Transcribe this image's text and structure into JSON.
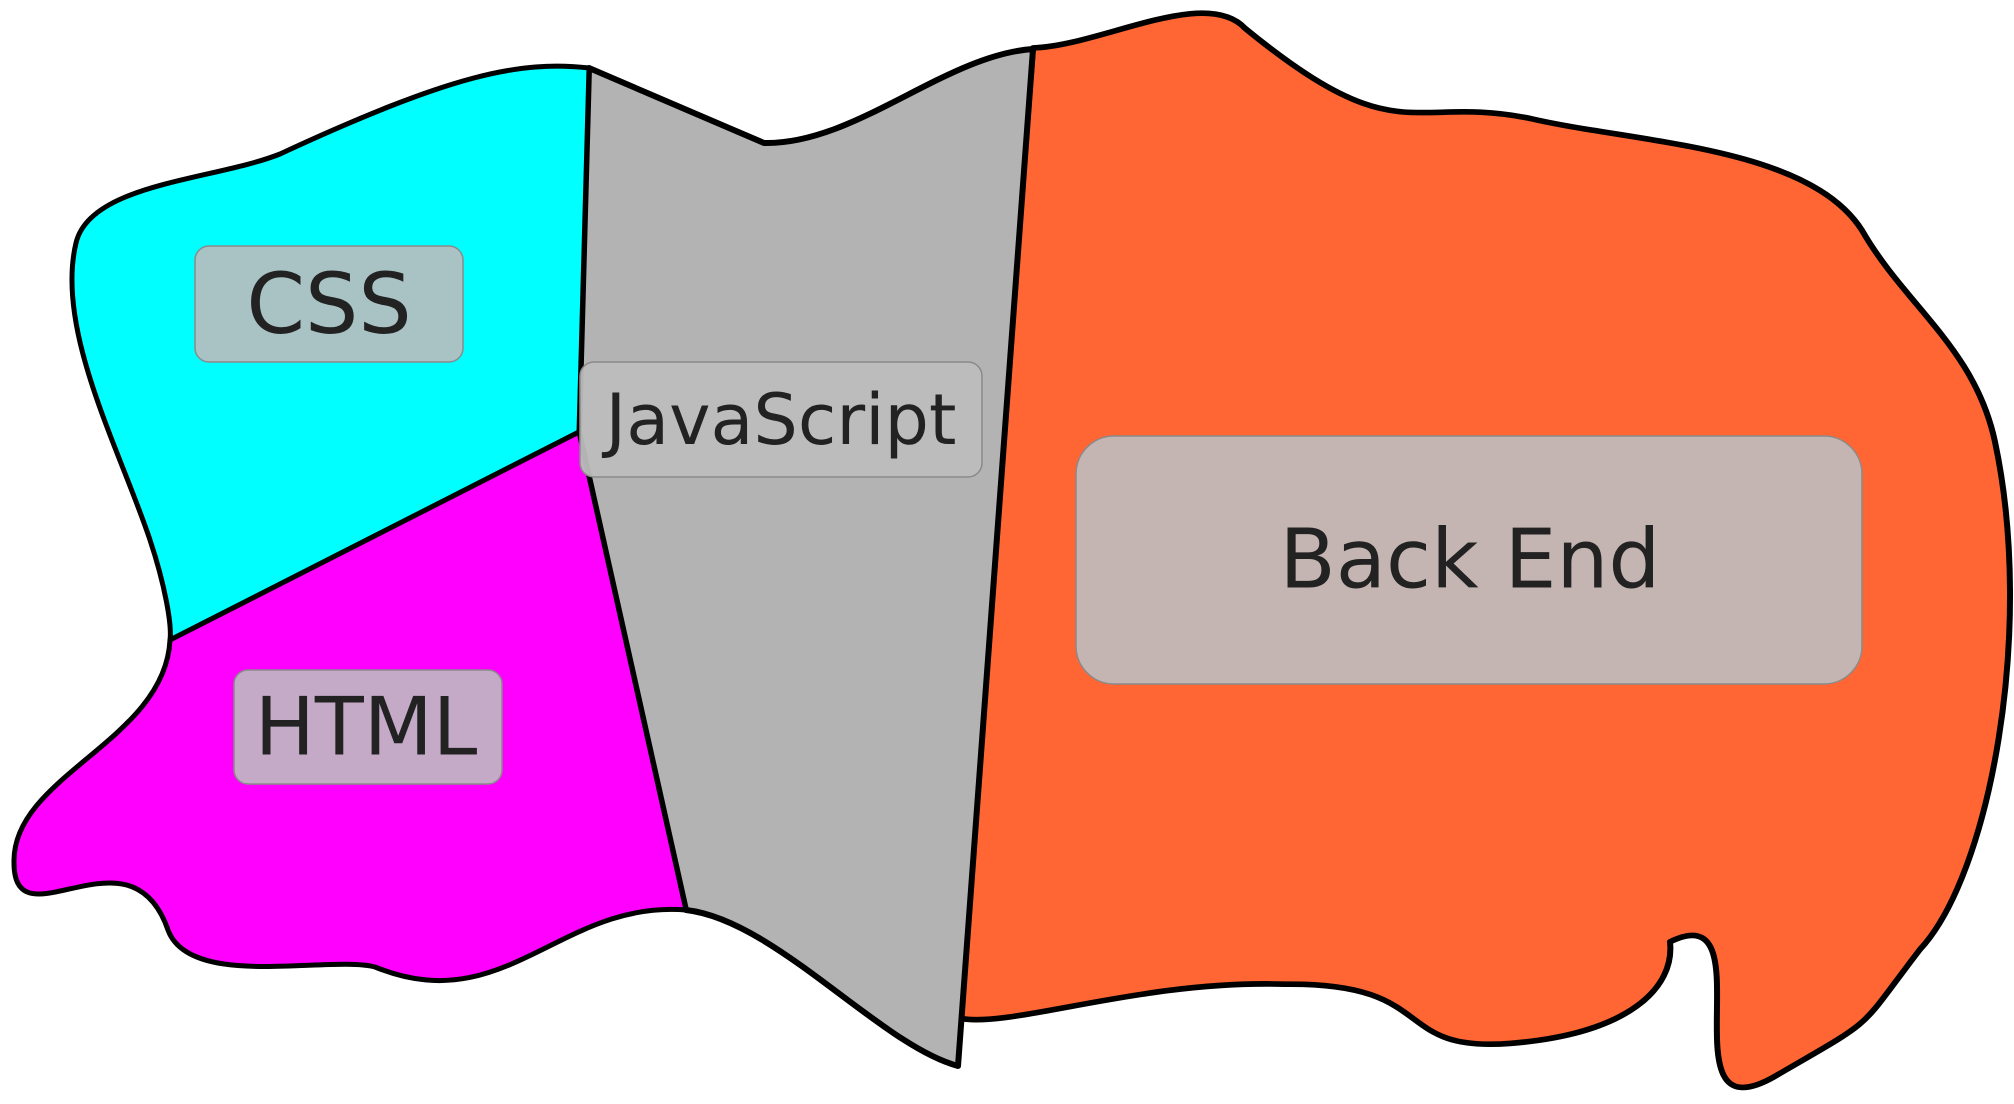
{
  "diagram": {
    "regions": [
      {
        "id": "css",
        "label": "CSS",
        "fill": "#00ffff",
        "label_bg": "#a9c3c5"
      },
      {
        "id": "html",
        "label": "HTML",
        "fill": "#ff00ff",
        "label_bg": "#c5aac8"
      },
      {
        "id": "javascript",
        "label": "JavaScript",
        "fill": "#b3b3b3",
        "label_bg": "#bdbdbd"
      },
      {
        "id": "back-end",
        "label": "Back End",
        "fill": "#ff6633",
        "label_bg": "#c4b5b2"
      }
    ],
    "outline_color": "#000000"
  }
}
